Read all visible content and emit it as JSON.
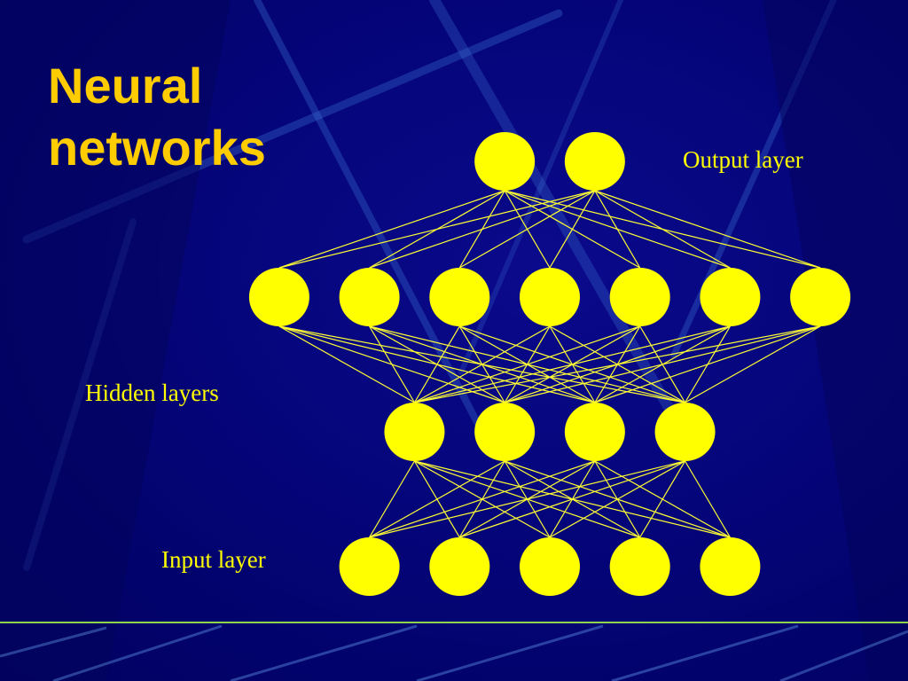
{
  "slide": {
    "title_line_1": "Neural",
    "title_line_2": "networks"
  },
  "labels": {
    "output_layer": "Output layer",
    "hidden_layers": "Hidden layers",
    "input_layer": "Input layer"
  },
  "network": {
    "layers": [
      {
        "name": "input",
        "nodes": 5
      },
      {
        "name": "hidden-2",
        "nodes": 4
      },
      {
        "name": "hidden-1",
        "nodes": 7
      },
      {
        "name": "output",
        "nodes": 2
      }
    ],
    "node_color": "#ffff00",
    "edge_color": "#ffff33"
  },
  "colors": {
    "background": "#00006b",
    "title": "#ffcc00",
    "label": "#ffff00",
    "accent_line": "#8fd44a"
  }
}
